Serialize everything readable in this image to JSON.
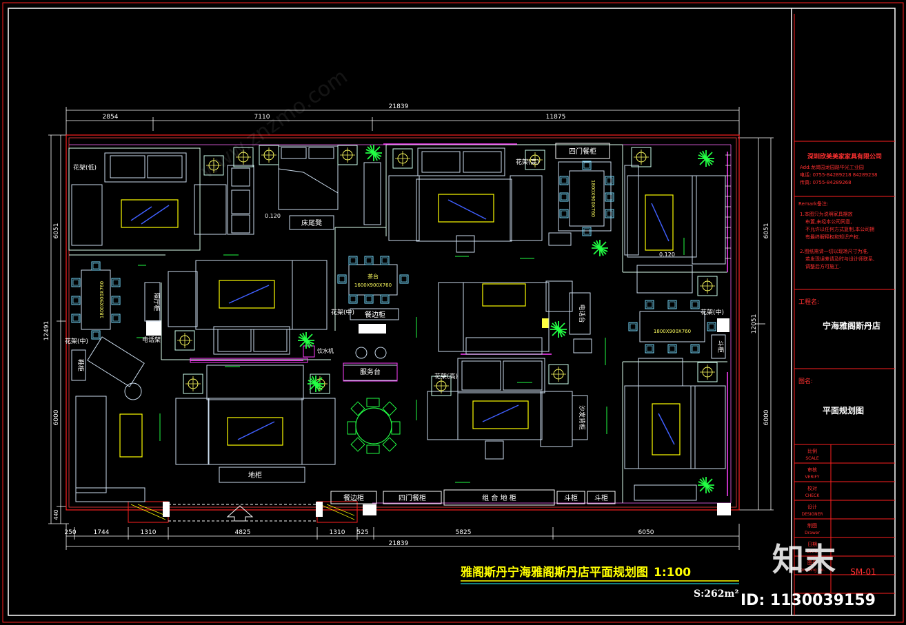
{
  "drawing": {
    "title": "雅阁斯丹宁海雅阁斯丹店平面规划图",
    "scale": "1:100",
    "area": "S:262m²"
  },
  "title_block": {
    "company": "深圳欣美美家家具有限公司",
    "addr_line": "Add:龙岗园龙园路华光工业园",
    "tel_line": "电话: 0755-84289218  84289238",
    "fax_line": "传真: 0755-84289268",
    "remark_heading": "Remark备注:",
    "remark_1a": "1.本图只为说明家具摆放",
    "remark_1b": "布置,未经本公司同意,",
    "remark_1c": "不允许以任何方式复制,本公司拥",
    "remark_1d": "有最终解释权和知识产权.",
    "remark_2a": "2.图纸需请一切以现场尺寸为准,",
    "remark_2b": "若发现误差请及时与设计师联系,",
    "remark_2c": "调整后方可施工.",
    "project_label": "工程名:",
    "project_name": "宁海雅阁斯丹店",
    "drawing_label": "图名:",
    "drawing_name": "平面规划图",
    "row_scale": "比例",
    "row_scale_en": "SCALE",
    "row_verify": "审核",
    "row_verify_en": "VERIFY",
    "row_check": "校对",
    "row_check_en": "CHECK",
    "row_design": "设计",
    "row_design_en": "DESIGNER",
    "row_draw": "制图",
    "row_draw_en": "Drawer",
    "row_date": "日期",
    "row_date_en": "DATE",
    "row_no": "图号",
    "row_no_en": "Drawing No.",
    "drawing_no": "SM-01"
  },
  "dimensions": {
    "top_total": "21839",
    "top_seg1": "2854",
    "top_seg2": "7110",
    "top_seg3": "11875",
    "bottom_total": "21839",
    "bottom_seg1": "250",
    "bottom_seg2": "1744",
    "bottom_seg3": "1310",
    "bottom_seg4": "4825",
    "bottom_seg5": "1310",
    "bottom_seg6": "525",
    "bottom_seg7": "5825",
    "bottom_seg8": "6050",
    "left_total": "12491",
    "left_seg1": "6051",
    "left_seg2": "6000",
    "left_seg3": "440",
    "right_total": "12051",
    "right_seg1": "6051",
    "right_seg2": "6000"
  },
  "labels": {
    "flower_stand_1": "花架(低)",
    "flower_stand_2": "花架(高)",
    "flower_stand_3": "花架(中)",
    "flower_stand_4": "花架(中)",
    "flower_stand_5": "花架(高)",
    "flower_stand_6": "花架(中)",
    "four_door_cabinet_top": "四门餐柜",
    "four_door_cabinet_bottom": "四门餐柜",
    "bed_end_stool": "床尾凳",
    "sideboard_top": "餐边柜",
    "sideboard_bottom": "餐边柜",
    "partition": "隔厅柜",
    "phone_stand_1": "电话架",
    "phone_stand_2": "电话台",
    "service_desk": "服务台",
    "floor_cabinet": "地柜",
    "combo_floor_cabinet": "组 合 地 柜",
    "chest_1": "斗柜",
    "chest_2": "斗柜",
    "chest_3": "斗柜",
    "sofa_back_cabinet": "沙发背柜",
    "water_dispenser": "饮水机",
    "shoe_cabinet": "鞋柜",
    "table_1": "1800X900X760",
    "table_2": "1800X900X760",
    "table_3": "1600X900X760",
    "table_4": "1800X900X760",
    "level_1": "0.120",
    "level_2": "0.120",
    "coffee": "茶台"
  },
  "watermark": {
    "brand": "知末",
    "id_text": "ID: 1130039159",
    "site": "www.znzmo.com"
  }
}
